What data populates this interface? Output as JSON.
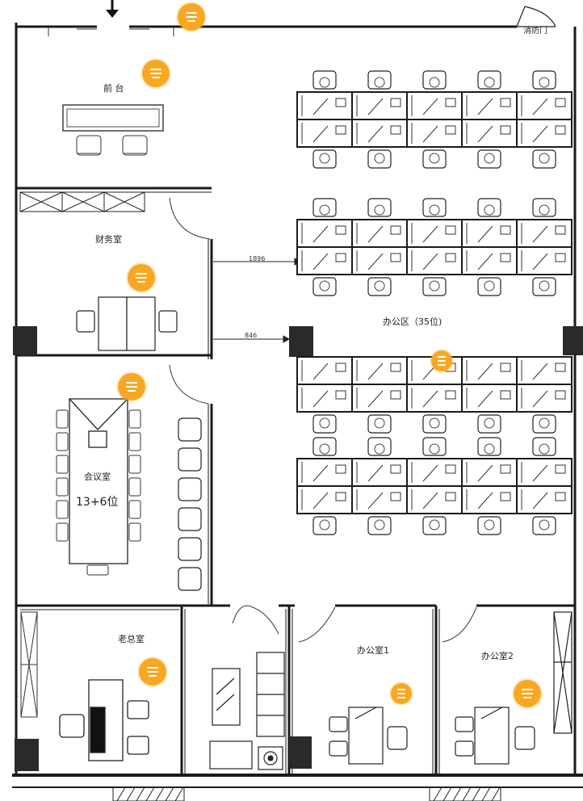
{
  "rooms": {
    "reception": "前 台",
    "finance": "财务室",
    "office_area": "办公区（35位)",
    "meeting_title": "会议室",
    "meeting_seats": "13+6位",
    "ceo": "老总室",
    "office1": "办公室1",
    "office2": "办公室2",
    "fire_door": "消防门"
  },
  "dimensions": {
    "upper": "1896",
    "lower": "846"
  },
  "colors": {
    "wall": "#1a1a1a",
    "pillar": "#2a2a2a",
    "accent": "#F7A823"
  },
  "markers": [
    {
      "name": "comment-pin-icon"
    },
    {
      "name": "comment-pin-icon"
    },
    {
      "name": "comment-pin-icon"
    },
    {
      "name": "comment-pin-icon"
    },
    {
      "name": "comment-pin-icon"
    },
    {
      "name": "comment-pin-icon"
    },
    {
      "name": "comment-pin-icon"
    },
    {
      "name": "comment-pin-icon"
    }
  ]
}
